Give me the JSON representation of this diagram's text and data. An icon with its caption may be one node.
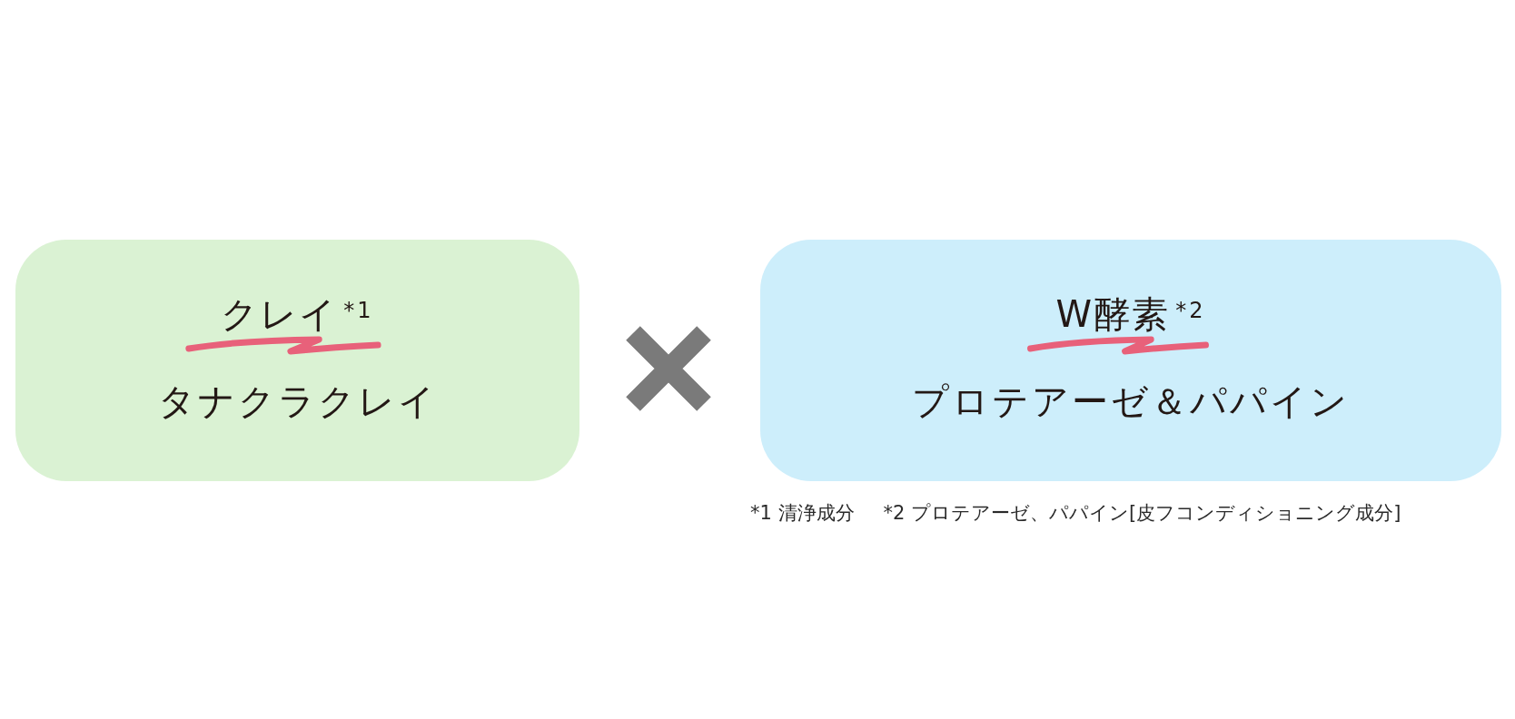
{
  "diagram": {
    "nodes": [
      {
        "text": [
          "クレイ$^{*1}$",
          "タナクラクレイ"
        ]
      },
      {
        "text": [
          "W酵素$^{*2}$",
          "プロテアーゼ＆パパイン"
        ]
      }
    ],
    "labels": [
      "*1 清浄成分",
      "*2 プロテアーゼ、パパイン[皮フコンディショニング成分]"
    ]
  }
}
